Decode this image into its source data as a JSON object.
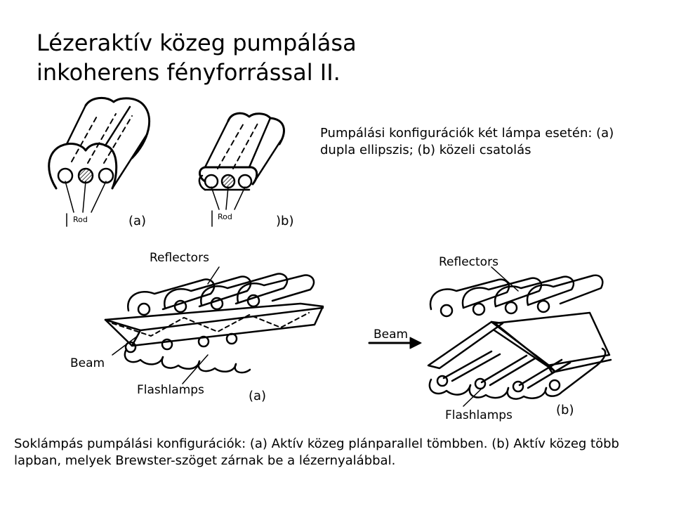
{
  "title": {
    "line1": "Lézeraktív közeg pumpálása",
    "line2": "inkoherens fényforrással II."
  },
  "top_description": "Pumpálási konfigurációk két lámpa esetén: (a) dupla ellipszis; (b) közeli csatolás",
  "top_figures": {
    "label_a": "(a)",
    "label_b": ")b)",
    "rod_label": "Rod"
  },
  "bottom_figures": {
    "reflectors_label": "Reflectors",
    "beam_label": "Beam",
    "flashlamps_label": "Flashlamps",
    "label_a": "(a)",
    "label_b": "(b)"
  },
  "bottom_description": "Soklámpás pumpálási konfigurációk: (a) Aktív közeg plánparallel tömbben. (b) Aktív közeg több lapban, melyek Brewster-szöget zárnak be a lézernyalábbal."
}
